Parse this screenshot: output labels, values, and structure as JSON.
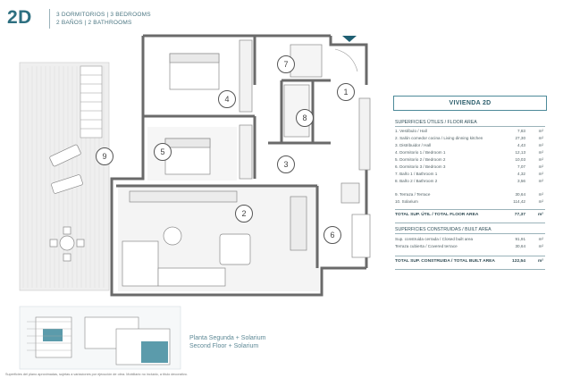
{
  "header": {
    "unit_code": "2D",
    "line1": "3 DORMITORIOS | 3 BEDROOMS",
    "line2": "2 BAÑOS | 2 BATHROOMS"
  },
  "rooms": [
    "1",
    "2",
    "3",
    "4",
    "5",
    "6",
    "7",
    "8",
    "9"
  ],
  "info": {
    "title": "VIVIENDA 2D",
    "useful_header": "SUPERFICIES ÚTILES / FLOOR AREA",
    "useful_rows": [
      {
        "label": "1. Vestíbulo / Hall",
        "value": "7,83",
        "unit": "m²"
      },
      {
        "label": "2. Salón comedor cocina / Living dinning kitchen",
        "value": "27,30",
        "unit": "m²"
      },
      {
        "label": "3. Distribuidor / Hall",
        "value": "4,43",
        "unit": "m²"
      },
      {
        "label": "4. Dormitorio 1 / Bedroom 1",
        "value": "12,13",
        "unit": "m²"
      },
      {
        "label": "5. Dormitorio 2 / Bedroom 2",
        "value": "10,03",
        "unit": "m²"
      },
      {
        "label": "6. Dormitorio 3 / Bedroom 3",
        "value": "7,07",
        "unit": "m²"
      },
      {
        "label": "7. Baño 1 / Bathroom 1",
        "value": "4,32",
        "unit": "m²"
      },
      {
        "label": "8. Baño 2 / Bathroom 2",
        "value": "3,56",
        "unit": "m²"
      }
    ],
    "extra_rows": [
      {
        "label": "9. Terraza / Terrace",
        "value": "30,64",
        "unit": "m²"
      },
      {
        "label": "10. Solarium",
        "value": "114,42",
        "unit": "m²"
      }
    ],
    "total_useful": {
      "label": "TOTAL SUP. ÚTIL / TOTAL FLOOR AREA",
      "value": "77,37",
      "unit": "m²"
    },
    "built_header": "SUPERFICIES CONSTRUIDAS / BUILT AREA",
    "built_rows": [
      {
        "label": "Sup. construida cerrada / Closed built area",
        "value": "91,91",
        "unit": "m²"
      },
      {
        "label": "Terraza cubierta / Covered terrace",
        "value": "30,64",
        "unit": "m²"
      }
    ],
    "total_built": {
      "label": "TOTAL SUP. CONSTRUIDA / TOTAL BUILT AREA",
      "value": "122,54",
      "unit": "m²"
    }
  },
  "footer": {
    "label_es": "Planta Segunda + Solarium",
    "label_en": "Second Floor + Solarium",
    "note": "Superficies del plano aproximadas, sujetas a variaciones por ejecución de obra. Mobiliario no incluido, a título decorativo."
  },
  "colors": {
    "accent": "#2d6f80",
    "highlight": "#5b9bab"
  }
}
